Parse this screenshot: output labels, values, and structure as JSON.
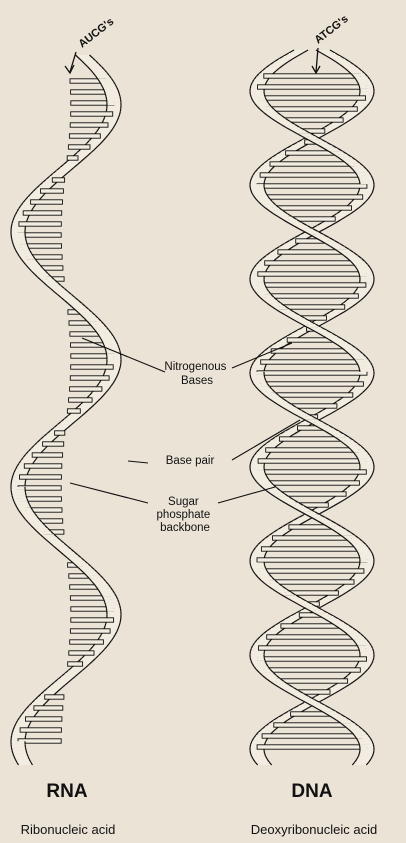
{
  "rna": {
    "tag": "AUCG's",
    "title": "RNA",
    "subtitle": "Ribonucleic acid"
  },
  "dna": {
    "tag": "ATCG's",
    "title": "DNA",
    "subtitle": "Deoxyribonucleic acid"
  },
  "annotations": {
    "nitrogenous_line1": "Nitrogenous",
    "nitrogenous_line2": "Bases",
    "base_pair": "Base pair",
    "sugar_line1": "Sugar",
    "sugar_line2": "phosphate",
    "sugar_line3": "backbone"
  },
  "colors": {
    "background": "#ebe3d6",
    "ribbon_fill": "#f3ece0",
    "ink": "#111111"
  }
}
